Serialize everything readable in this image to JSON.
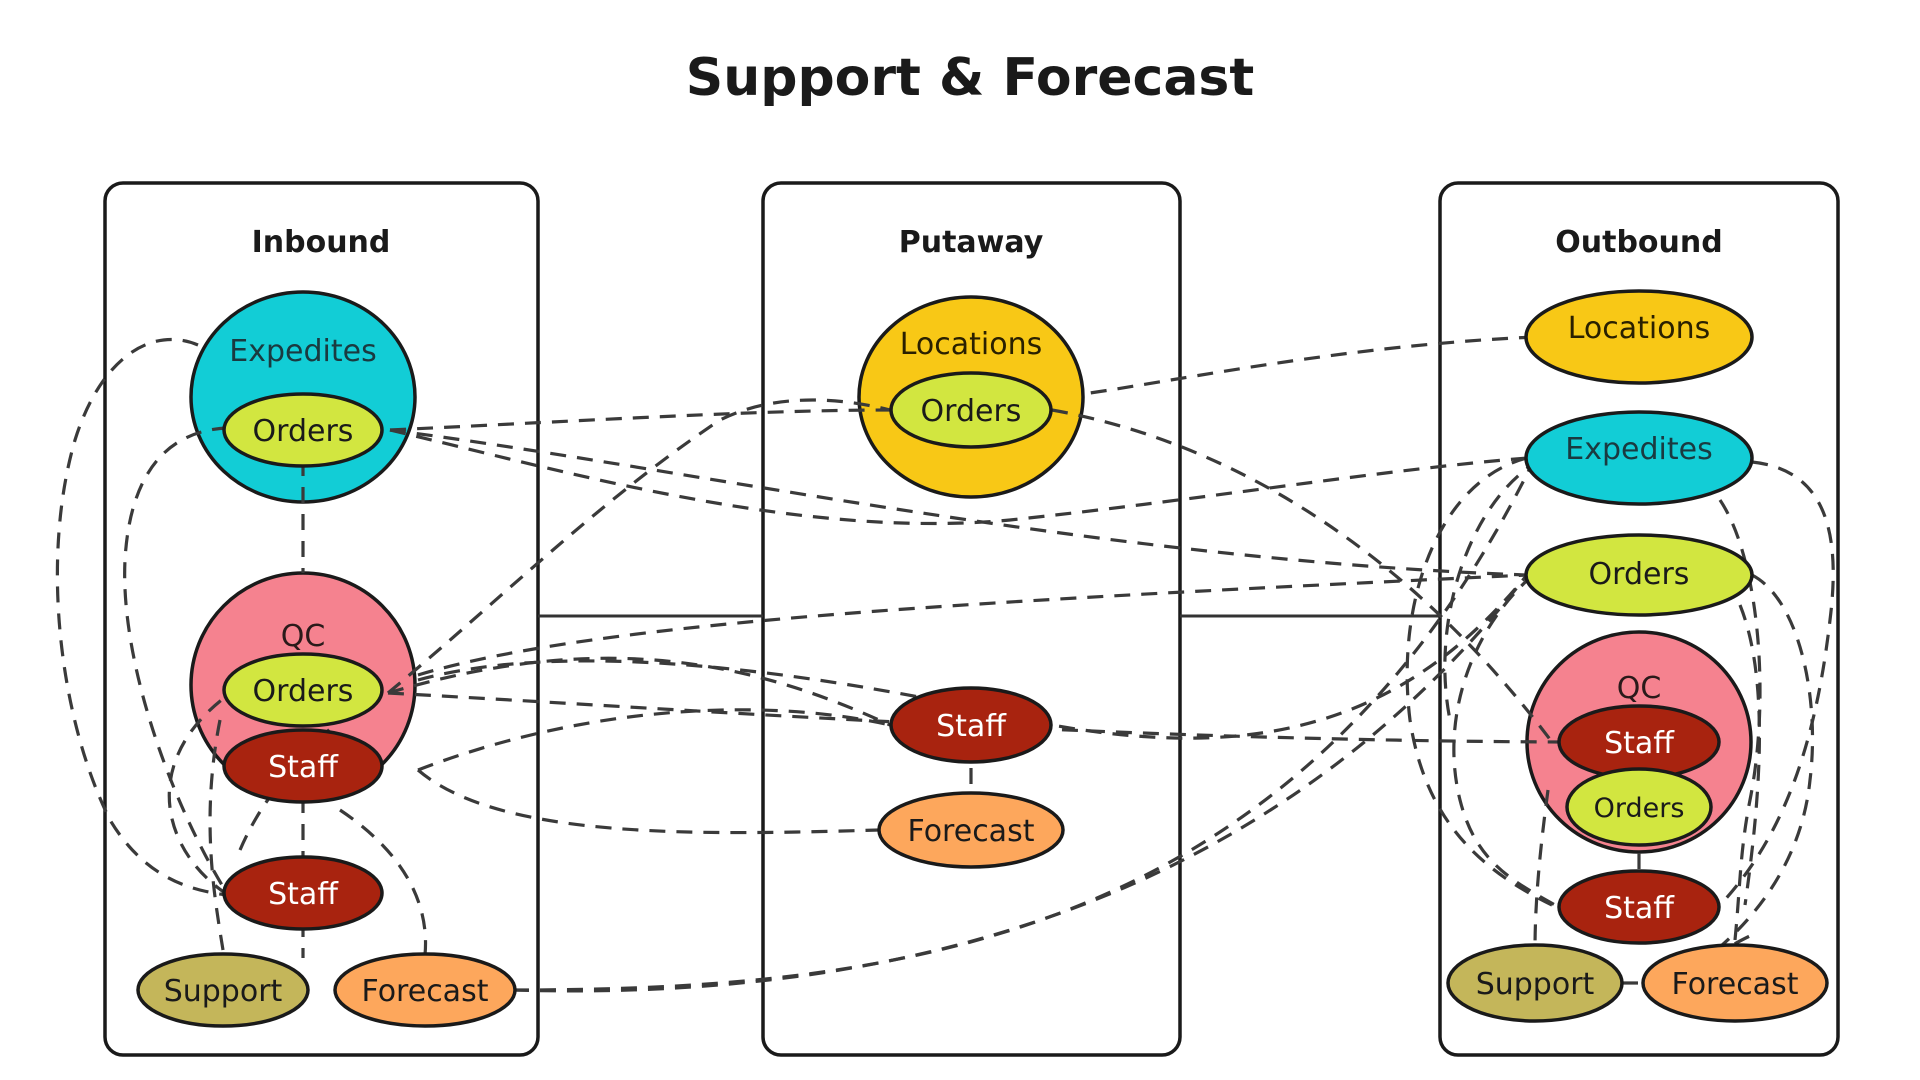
{
  "title": "Support & Forecast",
  "colors": {
    "cyan": "#12CDD6",
    "pink": "#F5828F",
    "lime": "#D2E640",
    "amber": "#F8C816",
    "darkred": "#A8230F",
    "olive": "#C4B65A",
    "orange": "#FDA75C"
  },
  "lanes": {
    "inbound": {
      "title": "Inbound",
      "expedites": "Expedites",
      "expedites_orders": "Orders",
      "qc": "QC",
      "qc_orders": "Orders",
      "qc_staff": "Staff",
      "staff": "Staff",
      "support": "Support",
      "forecast": "Forecast"
    },
    "putaway": {
      "title": "Putaway",
      "locations": "Locations",
      "locations_orders": "Orders",
      "staff": "Staff",
      "forecast": "Forecast"
    },
    "outbound": {
      "title": "Outbound",
      "locations": "Locations",
      "expedites": "Expedites",
      "orders": "Orders",
      "qc": "QC",
      "qc_staff": "Staff",
      "qc_orders": "Orders",
      "staff": "Staff",
      "support": "Support",
      "forecast": "Forecast"
    }
  }
}
